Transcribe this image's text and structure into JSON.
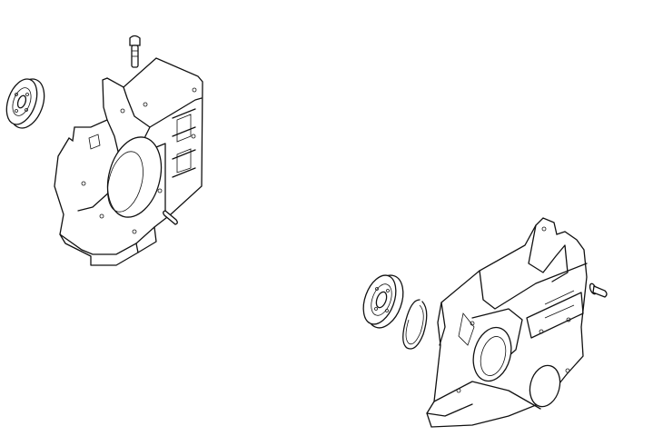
{
  "diagram": {
    "background": "#ffffff",
    "line_color": "#111111",
    "parts": [
      {
        "id": "crankcase-half-left"
      },
      {
        "id": "ball-bearing-left"
      },
      {
        "id": "plug"
      },
      {
        "id": "dowel-pin"
      },
      {
        "id": "crankcase-half-right"
      },
      {
        "id": "ball-bearing-right"
      },
      {
        "id": "circlip"
      },
      {
        "id": "screw"
      }
    ]
  }
}
